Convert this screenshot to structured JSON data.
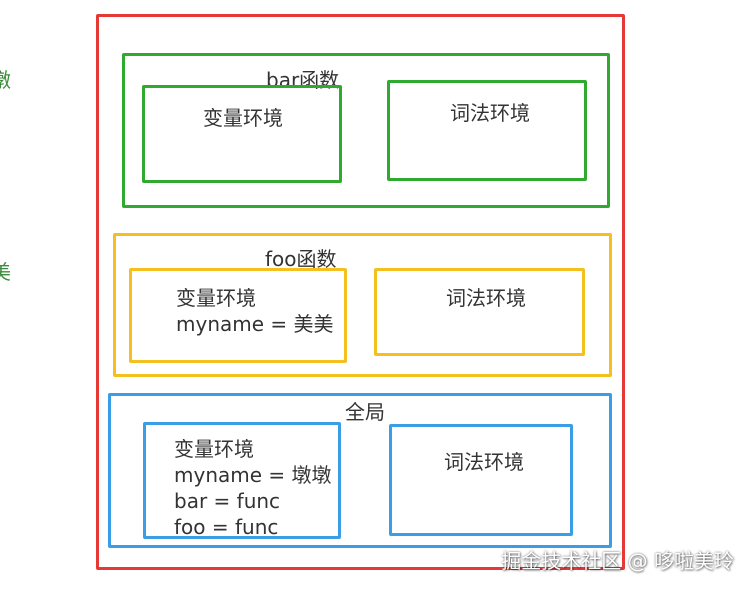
{
  "margin_fragments": [
    "墩",
    "美"
  ],
  "colors": {
    "outer": "#e53935",
    "bar": "#2faa2f",
    "foo": "#f4c020",
    "global": "#3a9ee6"
  },
  "bar_context": {
    "title": "bar函数",
    "variable_env": {
      "title": "变量环境"
    },
    "lexical_env": {
      "title": "词法环境"
    }
  },
  "foo_context": {
    "title": "foo函数",
    "variable_env": {
      "title": "变量环境",
      "lines": [
        "myname = 美美"
      ]
    },
    "lexical_env": {
      "title": "词法环境"
    }
  },
  "global_context": {
    "title": "全局",
    "variable_env": {
      "title": "变量环境",
      "lines": [
        "myname = 墩墩",
        "bar = func",
        "foo = func"
      ]
    },
    "lexical_env": {
      "title": "词法环境"
    }
  },
  "watermark": "掘金技术社区 @ 哆啦美玲"
}
